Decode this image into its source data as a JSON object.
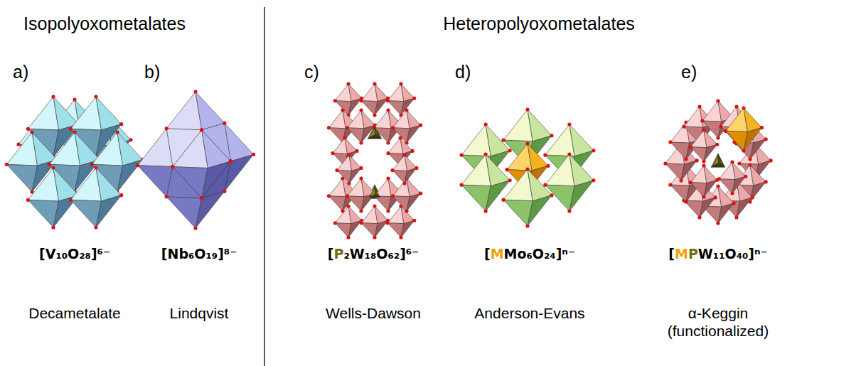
{
  "diagram": {
    "labels": [
      "Isopolyoxometalates",
      "Heteropolyoxometalates",
      "a)",
      "b)",
      "c)",
      "d)",
      "e)",
      "[V₁₀O₂₈]⁶⁻",
      "[Nb₆O₁₉]⁸⁻",
      "[P₂W₁₈O₆₂]⁶⁻",
      "[MMo₆O₂₄]ⁿ⁻",
      "[MPW₁₁O₄₀]ⁿ⁻",
      "Decametalate",
      "Lindqvist",
      "Wells-Dawson",
      "Anderson-Evans",
      "α-Keggin (functionalized)"
    ]
  }
}
